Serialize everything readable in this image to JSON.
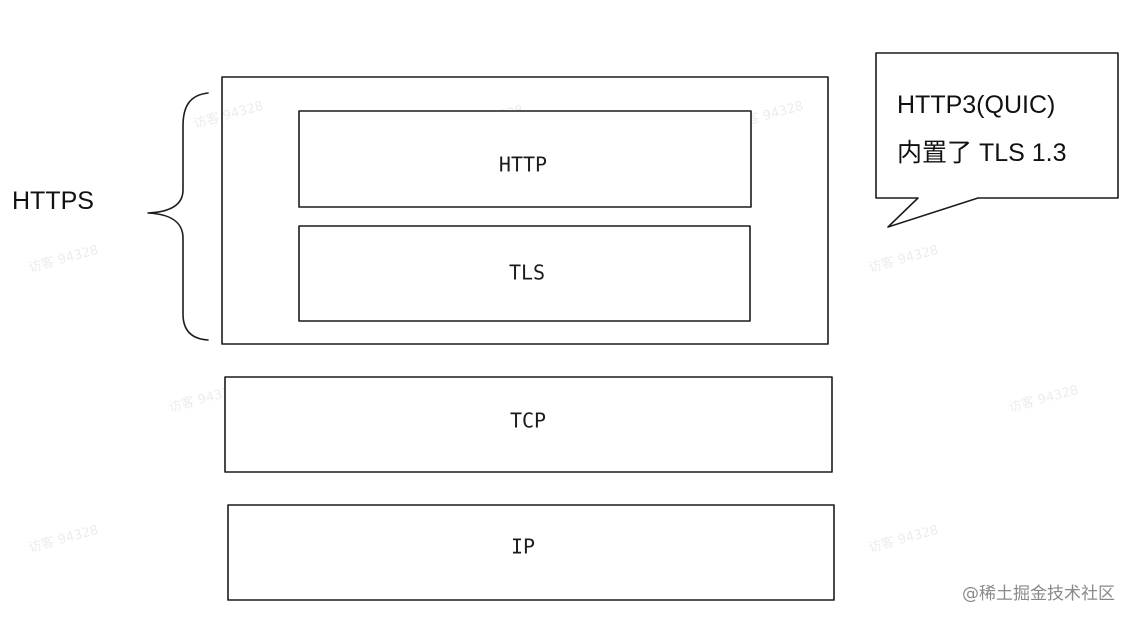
{
  "https_label": "HTTPS",
  "layers": {
    "http": "HTTP",
    "tls": "TLS",
    "tcp": "TCP",
    "ip": "IP"
  },
  "callout": {
    "line1": "HTTP3(QUIC)",
    "line2": "内置了 TLS 1.3"
  },
  "watermark": {
    "tile_text": "访客 94328",
    "corner_text": "@稀土掘金技术社区"
  }
}
